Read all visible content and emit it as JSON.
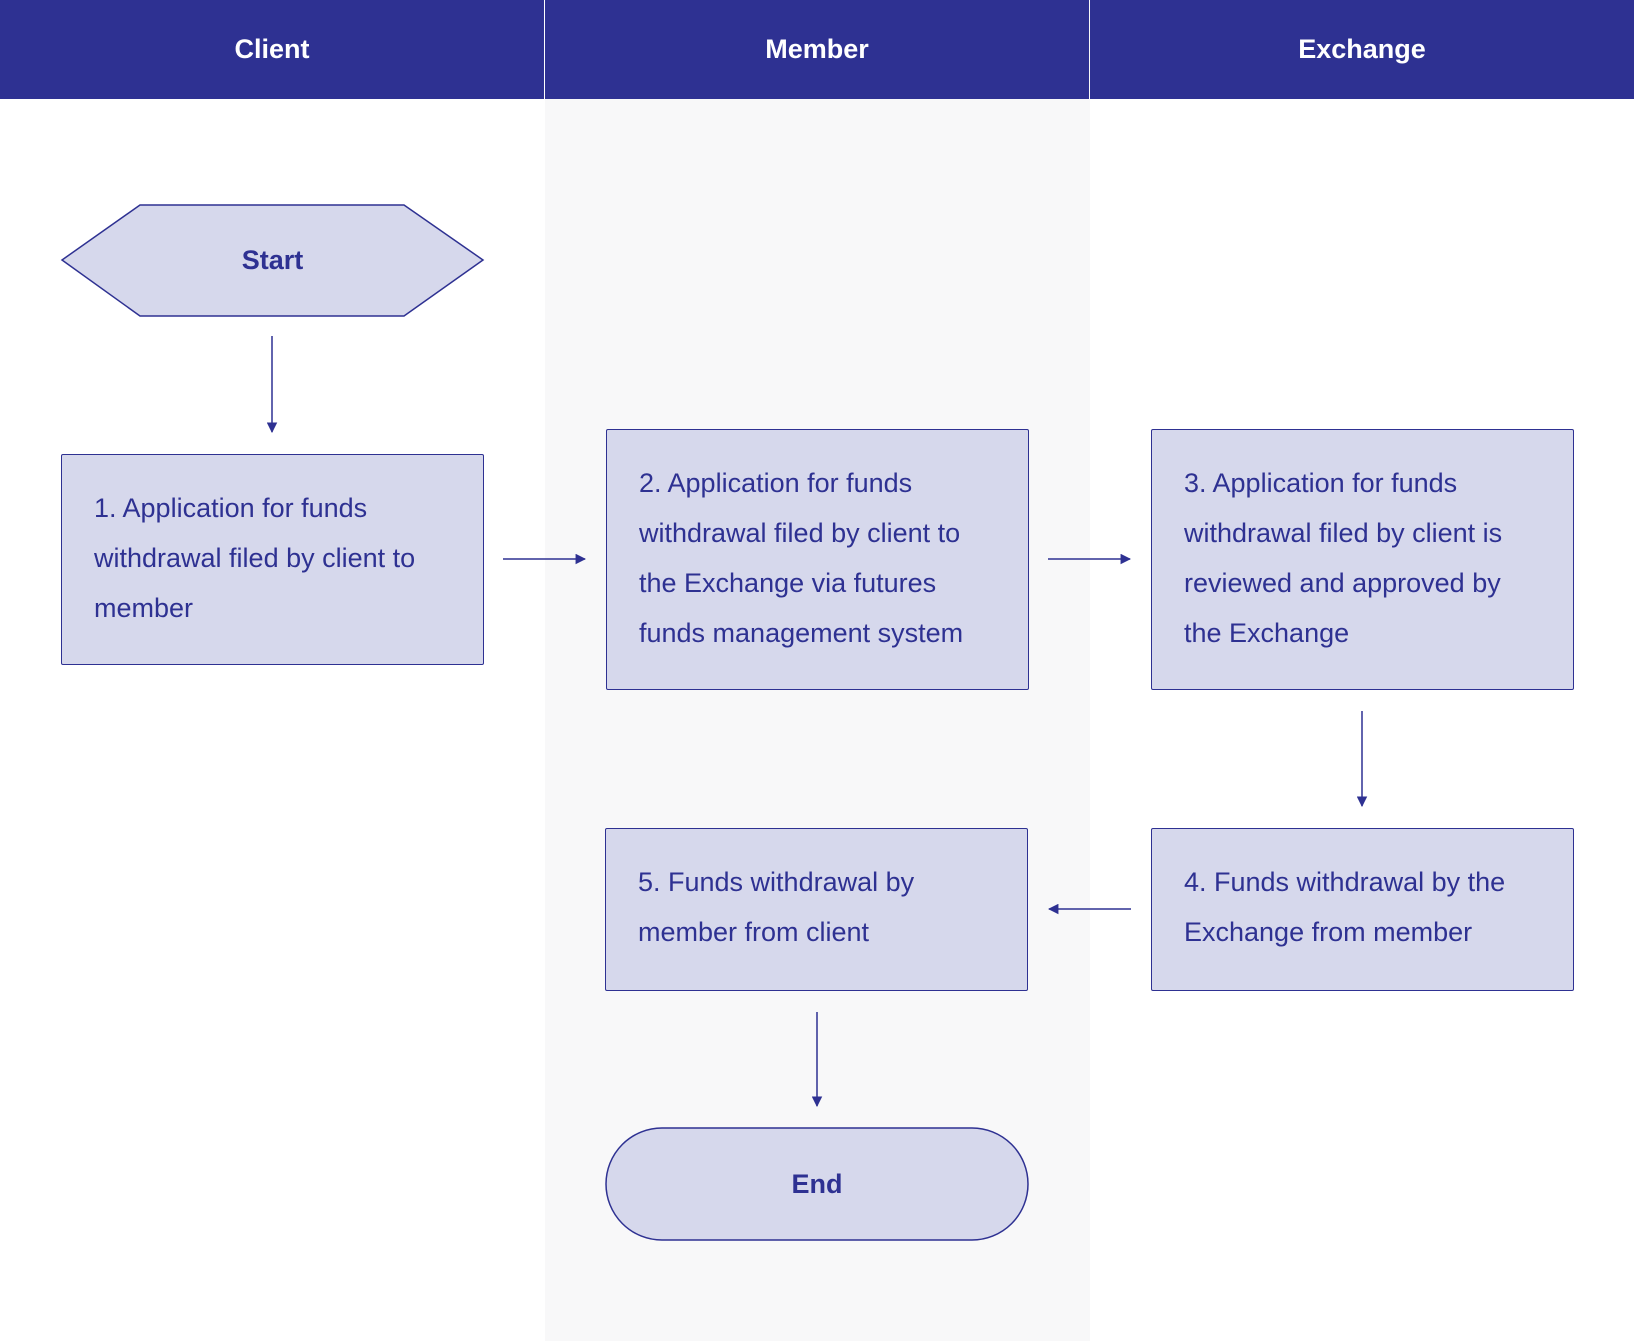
{
  "lanes": [
    {
      "header": "Client"
    },
    {
      "header": "Member"
    },
    {
      "header": "Exchange"
    }
  ],
  "start": {
    "label": "Start"
  },
  "end": {
    "label": "End"
  },
  "steps": [
    {
      "text": "1. Application for funds withdrawal filed by client to member"
    },
    {
      "text": "2. Application for funds withdrawal filed by client to the Exchange via futures funds management system"
    },
    {
      "text": "3. Application for funds withdrawal filed by client is reviewed and approved by the Exchange"
    },
    {
      "text": "4. Funds withdrawal by the Exchange from member"
    },
    {
      "text": "5. Funds withdrawal by member from client"
    }
  ],
  "colors": {
    "header_bg": "#2e3192",
    "node_fill": "#d6d8ec",
    "node_stroke": "#2e3192",
    "middle_lane_bg": "#f8f8f9"
  }
}
